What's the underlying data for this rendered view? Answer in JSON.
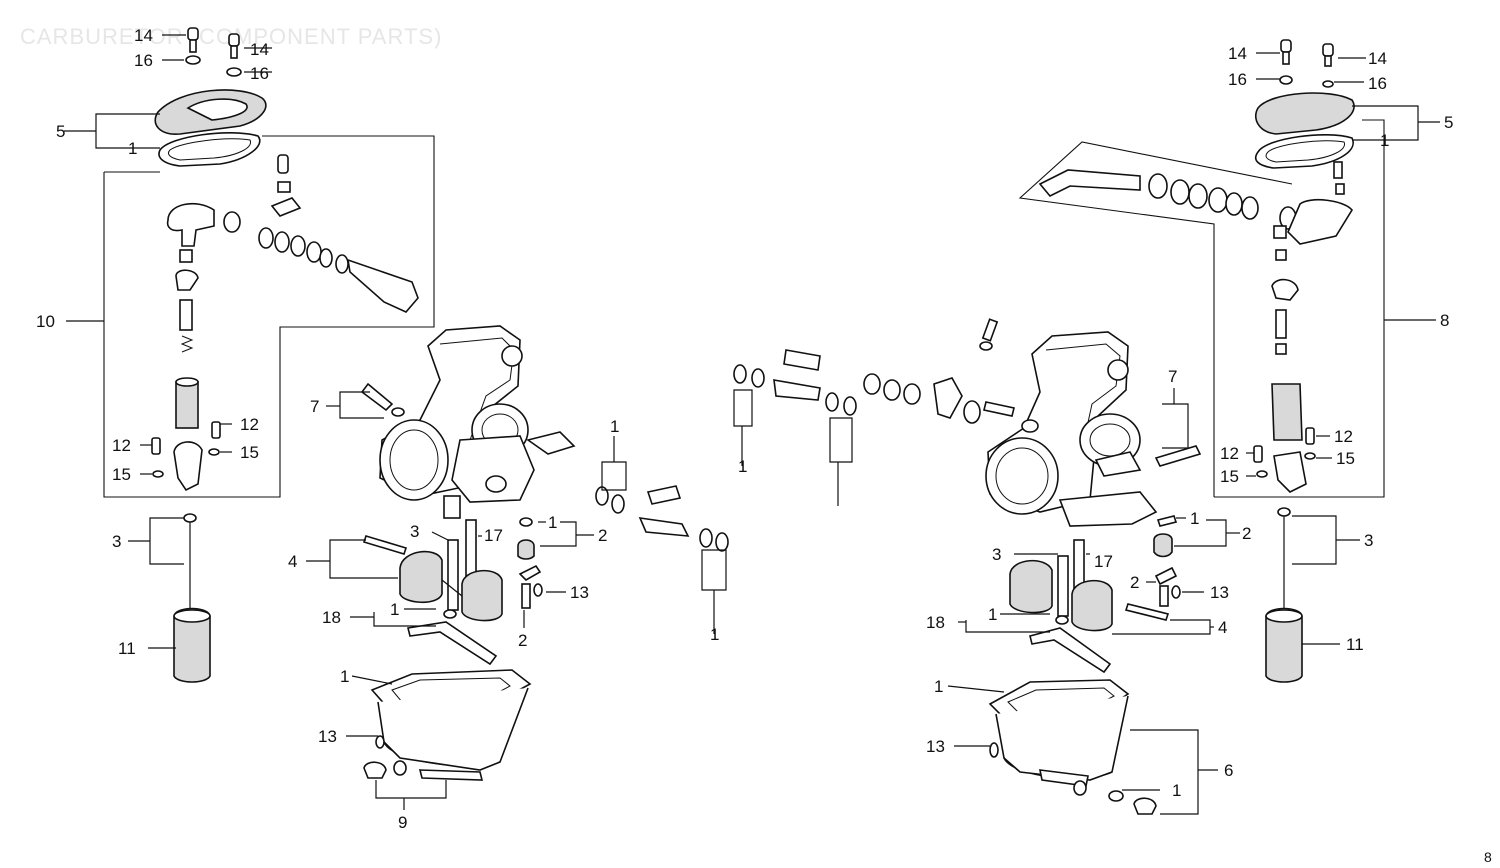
{
  "title": "CARBURETOR (COMPONENT PARTS)",
  "page_number": "8",
  "callouts_left": [
    "14",
    "16",
    "14",
    "16",
    "5",
    "1",
    "10",
    "7",
    "12",
    "12",
    "15",
    "15",
    "3",
    "3",
    "17",
    "1",
    "2",
    "4",
    "18",
    "1",
    "13",
    "2",
    "11",
    "1",
    "13",
    "9",
    "1",
    "1",
    "1"
  ],
  "callouts_right": [
    "14",
    "16",
    "14",
    "16",
    "5",
    "1",
    "8",
    "7",
    "12",
    "12",
    "15",
    "15",
    "3",
    "3",
    "17",
    "1",
    "2",
    "2",
    "13",
    "18",
    "1",
    "4",
    "11",
    "1",
    "13",
    "6",
    "1"
  ],
  "labels": {
    "l14a": "14",
    "l16a": "16",
    "l14b": "14",
    "l16b": "16",
    "l5": "5",
    "l1a": "1",
    "l10": "10",
    "l7": "7",
    "l12a": "12",
    "l12b": "12",
    "l15a": "15",
    "l15b": "15",
    "l3a": "3",
    "l3b": "3",
    "l17": "17",
    "l1b": "1",
    "l2a": "2",
    "l4": "4",
    "l18": "18",
    "l1c": "1",
    "l13a": "13",
    "l2b": "2",
    "l11": "11",
    "l1d": "1",
    "l13b": "13",
    "l9": "9",
    "l1e": "1",
    "l1f": "1",
    "l1g": "1",
    "r14a": "14",
    "r16a": "16",
    "r14b": "14",
    "r16b": "16",
    "r5": "5",
    "r1a": "1",
    "r8": "8",
    "r7": "7",
    "r12a": "12",
    "r12b": "12",
    "r15a": "15",
    "r15b": "15",
    "r3a": "3",
    "r3b": "3",
    "r17": "17",
    "r1b": "1",
    "r2a": "2",
    "r2b": "2",
    "r13a": "13",
    "r18": "18",
    "r1c": "1",
    "r4": "4",
    "r11": "11",
    "r1d": "1",
    "r13b": "13",
    "r6": "6",
    "r1e": "1"
  }
}
